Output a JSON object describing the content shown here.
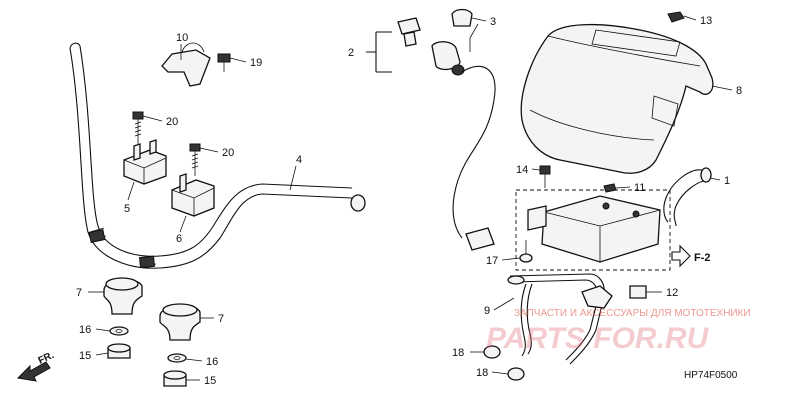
{
  "diagram": {
    "code": "HP74F0500",
    "front_label": "FR.",
    "ref_label": "F-2",
    "watermark_text": "ЗАПЧАСТИ И АКСЕССУАРЫ ДЛЯ МОТОТЕХНИКИ",
    "watermark_logo": "PARTS FOR.RU",
    "callouts": {
      "c1": "1",
      "c2": "2",
      "c3": "3",
      "c4": "4",
      "c5": "5",
      "c6": "6",
      "c7a": "7",
      "c7b": "7",
      "c8": "8",
      "c9": "9",
      "c10": "10",
      "c11": "11",
      "c12": "12",
      "c13": "13",
      "c14": "14",
      "c15a": "15",
      "c15b": "15",
      "c16a": "16",
      "c16b": "16",
      "c17": "17",
      "c18a": "18",
      "c18b": "18",
      "c19": "19",
      "c20a": "20",
      "c20b": "20"
    }
  }
}
